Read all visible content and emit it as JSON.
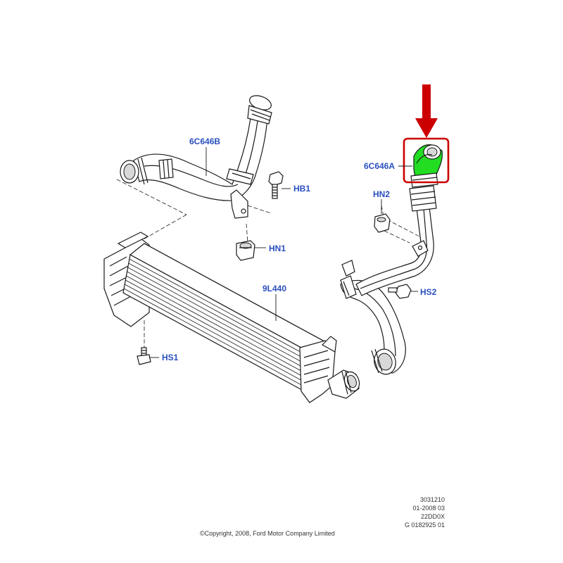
{
  "parts": {
    "hose_upper_left": "6C646B",
    "hose_highlight": "6C646A",
    "bolt_hb1": "HB1",
    "nut_hn1": "HN1",
    "nut_hn2": "HN2",
    "bolt_hs1": "HS1",
    "bolt_hs2": "HS2",
    "intercooler": "9L440"
  },
  "colors": {
    "label": "#2a4fbf",
    "highlight_fill": "#22dd22",
    "highlight_box": "#cc0000",
    "arrow": "#cc0000"
  },
  "reference": {
    "line1": "3031210",
    "line2": "01-2008 03",
    "line3": "22DD0X",
    "line4": "G 0182925 01"
  },
  "copyright": "©Copyright, 2008, Ford Motor Company Limited"
}
